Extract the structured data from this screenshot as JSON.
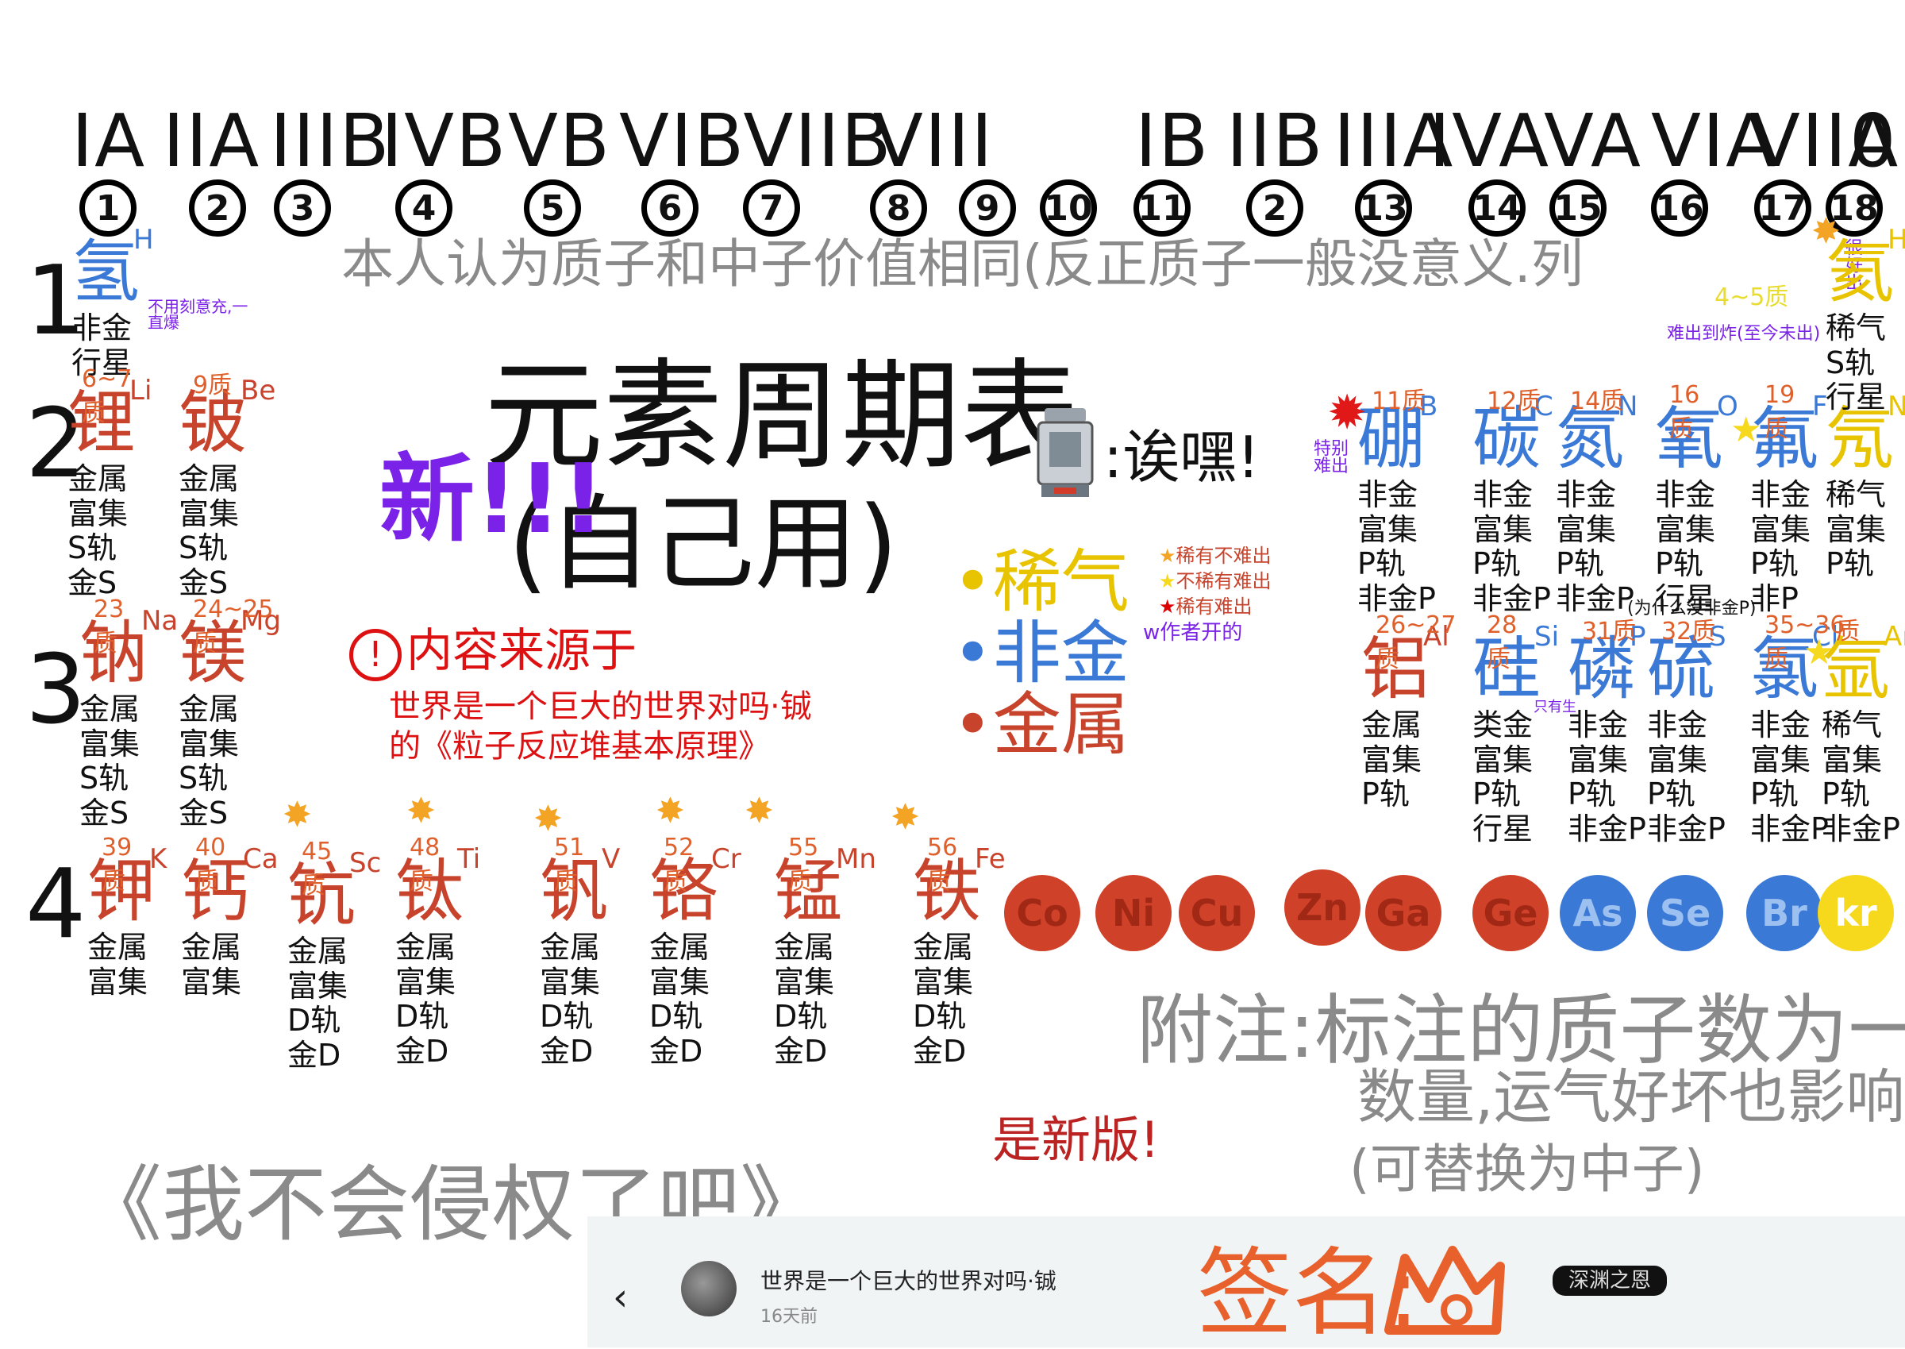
{
  "groups": [
    "IA",
    "IIA",
    "IIIB",
    "IVB",
    "VB",
    "VIBVIIB",
    "VIII",
    "IB",
    "IIB",
    "IIIA",
    "IVA",
    "VA",
    "VIA",
    "VIIA",
    "0"
  ],
  "group_numbers": [
    "1",
    "2",
    "3",
    "4",
    "5",
    "6",
    "7",
    "8",
    "9",
    "10",
    "11",
    "2",
    "13",
    "14",
    "15",
    "16",
    "17",
    "18"
  ],
  "periods": [
    "1",
    "2",
    "3",
    "4"
  ],
  "title": "元素周期表",
  "subtitle": "(自己用)",
  "new_label": "新!!!",
  "robot_quote": ":诶嘿!",
  "opinion": "本人认为质子和中子价值相同(反正质子一般没意义.列",
  "source_heading": "内容来源于",
  "source_line1": "世界是一个巨大的世界对吗·铖",
  "source_line2": "的《粒子反应堆基本原理》",
  "legend": {
    "noble": "•稀气",
    "nonmetal": "•非金",
    "metal": "•金属"
  },
  "star_legend": [
    "稀有不难出",
    "不稀有难出",
    "稀有难出",
    "作者开的"
  ],
  "h_note": "不用刻意充,一直爆",
  "he_note": "很好出",
  "he_range": "4~5质",
  "o_note": "难出到炸(至今未出)",
  "b_note": "特别难出",
  "p_note": "(为什么没非金P)",
  "si_note": "只有生",
  "footnote1": "附注:标注的质子数为一般",
  "footnote2": "数量,运气好坏也影响",
  "footnote3": "(可替换为中子)",
  "new_version": "是新版!",
  "copyright": "《我不会侵权了吧》",
  "signature_label": "签名:",
  "signature_tag": "深渊之恩",
  "bottom_bar": {
    "back_icon": "chevron-left-icon",
    "author": "世界是一个巨大的世界对吗·铖",
    "time": "16天前"
  },
  "elements": [
    {
      "id": "h",
      "sym": "氢",
      "latin": "H",
      "protons": "",
      "props": "非金\n行星",
      "color": "#3b79d6"
    },
    {
      "id": "li",
      "sym": "锂",
      "latin": "Li",
      "protons": "6~7质",
      "props": "金属\n富集\nS轨\n金S",
      "color": "#c8432c"
    },
    {
      "id": "be",
      "sym": "铍",
      "latin": "Be",
      "protons": "9质",
      "props": "金属\n富集\nS轨\n金S",
      "color": "#c8432c"
    },
    {
      "id": "na",
      "sym": "钠",
      "latin": "Na",
      "protons": "23质",
      "props": "金属\n富集\nS轨\n金S",
      "color": "#c8432c"
    },
    {
      "id": "mg",
      "sym": "镁",
      "latin": "Mg",
      "protons": "24~25质",
      "props": "金属\n富集\nS轨\n金S",
      "color": "#c8432c"
    },
    {
      "id": "k",
      "sym": "钾",
      "latin": "K",
      "protons": "39质",
      "props": "金属\n富集",
      "color": "#c8432c"
    },
    {
      "id": "ca",
      "sym": "钙",
      "latin": "Ca",
      "protons": "40质",
      "props": "金属\n富集",
      "color": "#c8432c"
    },
    {
      "id": "sc",
      "sym": "钪",
      "latin": "Sc",
      "protons": "45质",
      "props": "金属\n富集\nD轨\n金D",
      "color": "#c8432c"
    },
    {
      "id": "ti",
      "sym": "钛",
      "latin": "Ti",
      "protons": "48质",
      "props": "金属\n富集\nD轨\n金D",
      "color": "#c8432c"
    },
    {
      "id": "v",
      "sym": "钒",
      "latin": "V",
      "protons": "51质",
      "props": "金属\n富集\nD轨\n金D",
      "color": "#c8432c"
    },
    {
      "id": "cr",
      "sym": "铬",
      "latin": "Cr",
      "protons": "52质",
      "props": "金属\n富集\nD轨\n金D",
      "color": "#c8432c"
    },
    {
      "id": "mn",
      "sym": "锰",
      "latin": "Mn",
      "protons": "55质",
      "props": "金属\n富集\nD轨\n金D",
      "color": "#c8432c"
    },
    {
      "id": "fe",
      "sym": "铁",
      "latin": "Fe",
      "protons": "56质",
      "props": "金属\n富集\nD轨\n金D",
      "color": "#c8432c"
    },
    {
      "id": "b",
      "sym": "硼",
      "latin": "B",
      "protons": "11质",
      "props": "非金\n富集\nP轨\n非金P",
      "color": "#3b79d6"
    },
    {
      "id": "c",
      "sym": "碳",
      "latin": "C",
      "protons": "12质",
      "props": "非金\n富集\nP轨\n非金P",
      "color": "#3b79d6"
    },
    {
      "id": "n",
      "sym": "氮",
      "latin": "N",
      "protons": "14质",
      "props": "非金\n富集\nP轨\n非金P",
      "color": "#3b79d6"
    },
    {
      "id": "o",
      "sym": "氧",
      "latin": "O",
      "protons": "16质",
      "props": "非金\n富集\nP轨\n行星",
      "color": "#3b79d6"
    },
    {
      "id": "f",
      "sym": "氟",
      "latin": "F",
      "protons": "19质",
      "props": "非金\n富集\nP轨\n非P",
      "color": "#3b79d6"
    },
    {
      "id": "ne",
      "sym": "氖",
      "latin": "Ne",
      "protons": "",
      "props": "稀气\n富集\nP轨",
      "color": "#e8c400"
    },
    {
      "id": "he",
      "sym": "氦",
      "latin": "He",
      "protons": "",
      "props": "稀气\nS轨\n行星",
      "color": "#e8c400"
    },
    {
      "id": "al",
      "sym": "铝",
      "latin": "Al",
      "protons": "26~27质",
      "props": "金属\n富集\nP轨",
      "color": "#c8432c"
    },
    {
      "id": "si",
      "sym": "硅",
      "latin": "Si",
      "protons": "28质",
      "props": "类金\n富集\nP轨\n行星",
      "color": "#3b79d6"
    },
    {
      "id": "p",
      "sym": "磷",
      "latin": "P",
      "protons": "31质",
      "props": "非金\n富集\nP轨\n非金P",
      "color": "#3b79d6"
    },
    {
      "id": "s",
      "sym": "硫",
      "latin": "S",
      "protons": "32质",
      "props": "非金\n富集\nP轨\n非金P",
      "color": "#3b79d6"
    },
    {
      "id": "cl",
      "sym": "氯",
      "latin": "Cl",
      "protons": "35~36质",
      "props": "非金\n富集\nP轨\n非金P",
      "color": "#3b79d6"
    },
    {
      "id": "ar",
      "sym": "氩",
      "latin": "Ar",
      "protons": "质",
      "props": "稀气\n富集\nP轨\n非金P",
      "color": "#e8c400"
    }
  ],
  "balls": [
    {
      "label": "Co",
      "color": "#cf4129"
    },
    {
      "label": "Ni",
      "color": "#cf4129"
    },
    {
      "label": "Cu",
      "color": "#cf4129"
    },
    {
      "label": "Zn",
      "color": "#cf4129"
    },
    {
      "label": "Ga",
      "color": "#cf4129"
    },
    {
      "label": "Ge",
      "color": "#cf4129"
    },
    {
      "label": "As",
      "color": "#3b79d6"
    },
    {
      "label": "Se",
      "color": "#3b79d6"
    },
    {
      "label": "Br",
      "color": "#3b79d6"
    },
    {
      "label": "kr",
      "color": "#f6d81c"
    }
  ],
  "colors": {
    "metal": "#c8432c",
    "nonmetal": "#3b79d6",
    "noble": "#e8c400",
    "note": "#7b22e8",
    "gray_text": "#8a8a8a",
    "star": "#f4a425"
  }
}
